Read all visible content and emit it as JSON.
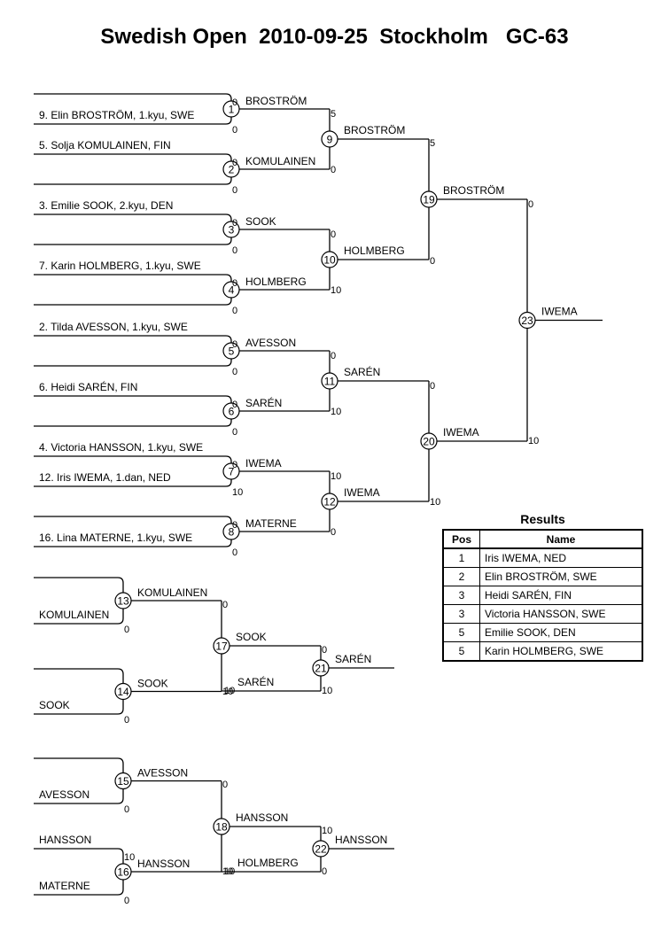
{
  "title": "Swedish Open  2010-09-25  Stockholm   GC-63",
  "matches": [
    {
      "num": "1",
      "winner": "BROSTRÖM",
      "top_entry": "",
      "bottom_entry": "9. Elin BROSTRÖM, 1.kyu, SWE",
      "top_score": "0",
      "bottom_score": "0",
      "out_score": "5"
    },
    {
      "num": "2",
      "winner": "KOMULAINEN",
      "top_entry": "5. Solja KOMULAINEN, FIN",
      "bottom_entry": "",
      "top_score": "0",
      "bottom_score": "0",
      "out_score": "0"
    },
    {
      "num": "3",
      "winner": "SOOK",
      "top_entry": "3. Emilie SOOK, 2.kyu, DEN",
      "bottom_entry": "",
      "top_score": "0",
      "bottom_score": "0",
      "out_score": "0"
    },
    {
      "num": "4",
      "winner": "HOLMBERG",
      "top_entry": "7. Karin HOLMBERG, 1.kyu, SWE",
      "bottom_entry": "",
      "top_score": "0",
      "bottom_score": "0",
      "out_score": "10"
    },
    {
      "num": "5",
      "winner": "AVESSON",
      "top_entry": "2. Tilda AVESSON, 1.kyu, SWE",
      "bottom_entry": "",
      "top_score": "0",
      "bottom_score": "0",
      "out_score": "0"
    },
    {
      "num": "6",
      "winner": "SARÉN",
      "top_entry": "6. Heidi SARÉN, FIN",
      "bottom_entry": "",
      "top_score": "0",
      "bottom_score": "0",
      "out_score": "10"
    },
    {
      "num": "7",
      "winner": "IWEMA",
      "top_entry": "4. Victoria HANSSON, 1.kyu, SWE",
      "bottom_entry": "12. Iris IWEMA, 1.dan, NED",
      "top_score": "0",
      "bottom_score": "10",
      "out_score": "10"
    },
    {
      "num": "8",
      "winner": "MATERNE",
      "top_entry": "",
      "bottom_entry": "16. Lina MATERNE, 1.kyu, SWE",
      "top_score": "0",
      "bottom_score": "0",
      "out_score": "0"
    },
    {
      "num": "9",
      "winner": "BROSTRÖM",
      "out_score": "5"
    },
    {
      "num": "10",
      "winner": "HOLMBERG",
      "out_score": "0"
    },
    {
      "num": "11",
      "winner": "SARÉN",
      "out_score": "0"
    },
    {
      "num": "12",
      "winner": "IWEMA",
      "out_score": "10"
    },
    {
      "num": "19",
      "winner": "BROSTRÖM",
      "out_score": "0"
    },
    {
      "num": "20",
      "winner": "IWEMA",
      "out_score": "10"
    },
    {
      "num": "23",
      "winner": "IWEMA"
    }
  ],
  "repechage": [
    {
      "num": "13",
      "winner": "KOMULAINEN",
      "top_entry": "",
      "bottom_entry": "KOMULAINEN",
      "top_score": "",
      "bottom_score": "0",
      "out_score": "0"
    },
    {
      "num": "14",
      "winner": "SOOK",
      "top_entry": "",
      "bottom_entry": "SOOK",
      "top_score": "",
      "bottom_score": "0",
      "out_score": "10"
    },
    {
      "num": "17",
      "winner": "SOOK",
      "out_score": "0"
    },
    {
      "num": "21",
      "winner": "SARÉN"
    },
    {
      "num": "15",
      "winner": "AVESSON",
      "top_entry": "",
      "bottom_entry": "AVESSON",
      "top_score": "",
      "bottom_score": "0",
      "out_score": "0"
    },
    {
      "num": "16",
      "winner": "HANSSON",
      "top_entry": "HANSSON",
      "bottom_entry": "MATERNE",
      "top_score": "10",
      "bottom_score": "0",
      "out_score": "10"
    },
    {
      "num": "18",
      "winner": "HANSSON",
      "out_score": "10"
    },
    {
      "num": "22",
      "winner": "HANSSON"
    }
  ],
  "repechage_entrants": {
    "sarén_21": "SARÉN",
    "holmberg_22": "HOLMBERG",
    "sarén_21_score": "10",
    "holmberg_22_score": "0",
    "sarén_21_note": "10",
    "holmberg_22_note": "10"
  },
  "results": {
    "title": "Results",
    "headers": {
      "pos": "Pos",
      "name": "Name"
    },
    "rows": [
      {
        "pos": "1",
        "name": "Iris IWEMA, NED"
      },
      {
        "pos": "2",
        "name": "Elin BROSTRÖM, SWE"
      },
      {
        "pos": "3",
        "name": "Heidi SARÉN, FIN"
      },
      {
        "pos": "3",
        "name": "Victoria HANSSON, SWE"
      },
      {
        "pos": "5",
        "name": "Emilie SOOK, DEN"
      },
      {
        "pos": "5",
        "name": "Karin HOLMBERG, SWE"
      }
    ]
  }
}
